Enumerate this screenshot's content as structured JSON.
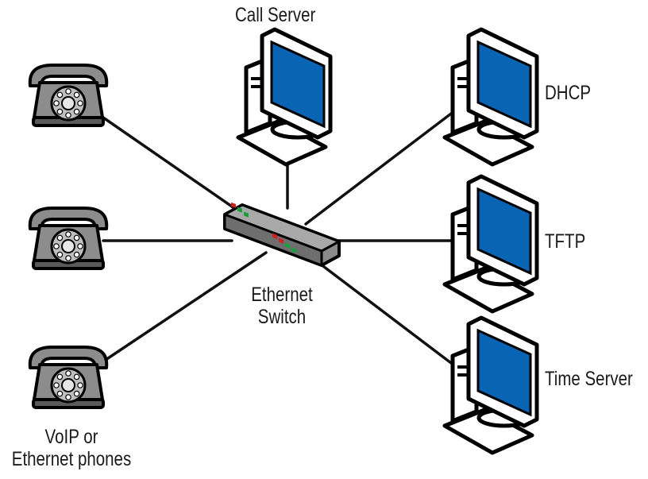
{
  "labels": {
    "call_server": "Call Server",
    "dhcp": "DHCP",
    "tftp": "TFTP",
    "time_server": "Time Server",
    "switch_line1": "Ethernet",
    "switch_line2": "Switch",
    "phones_line1": "VoIP or",
    "phones_line2": "Ethernet phones"
  },
  "colors": {
    "screen": "#0a64b4",
    "device_fill": "#ffffff",
    "outline": "#000000",
    "phone_body": "#8c8c8c",
    "phone_dark": "#5a5a5a",
    "switch_body": "#8a8a8a",
    "led_red": "#d22020",
    "led_green": "#18a040",
    "link": "#111111"
  },
  "icons": [
    "phone-icon",
    "computer-icon",
    "switch-icon"
  ]
}
